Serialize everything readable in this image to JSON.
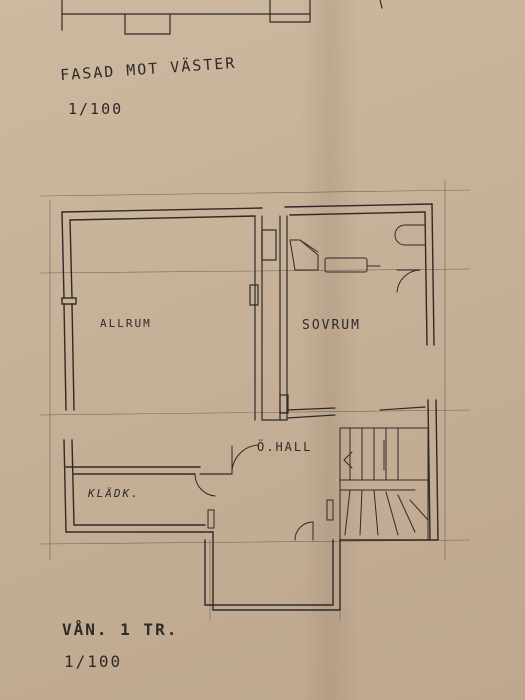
{
  "facade": {
    "title": "FASAD MOT VÄSTER",
    "scale": "1/100"
  },
  "rooms": {
    "allrum": "ALLRUM",
    "sovrum": "SOVRUM",
    "hall": "Ö.HALL",
    "kladk": "KLÄDK."
  },
  "plan": {
    "title": "VÅN. 1 TR.",
    "scale": "1/100"
  },
  "colors": {
    "paper": "#c6b098",
    "pencil": "#2e2a26"
  }
}
